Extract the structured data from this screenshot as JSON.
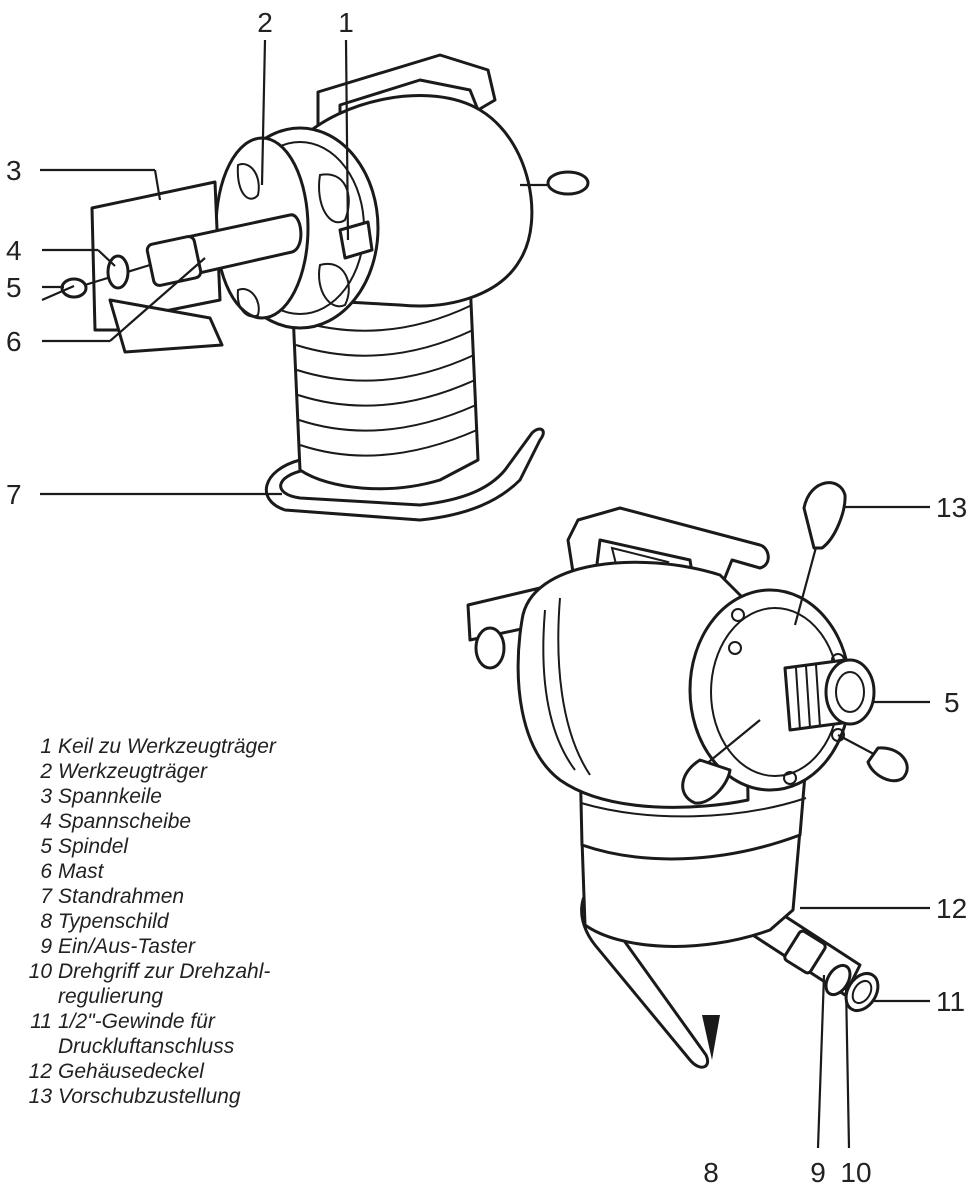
{
  "callouts": {
    "c1": "1",
    "c2": "2",
    "c3": "3",
    "c4": "4",
    "c5a": "5",
    "c6": "6",
    "c7": "7",
    "c13": "13",
    "c5b": "5",
    "c12": "12",
    "c11": "11",
    "c8": "8",
    "c9": "9",
    "c10": "10"
  },
  "legend": [
    {
      "num": "1",
      "text": "Keil zu Werkzeugträger"
    },
    {
      "num": "2",
      "text": "Werkzeugträger"
    },
    {
      "num": "3",
      "text": "Spannkeile"
    },
    {
      "num": "4",
      "text": "Spannscheibe"
    },
    {
      "num": "5",
      "text": "Spindel"
    },
    {
      "num": "6",
      "text": "Mast"
    },
    {
      "num": "7",
      "text": "Standrahmen"
    },
    {
      "num": "8",
      "text": "Typenschild"
    },
    {
      "num": "9",
      "text": "Ein/Aus-Taster"
    },
    {
      "num": "10",
      "text": "Drehgriff zur Drehzahl-\nregulierung"
    },
    {
      "num": "11",
      "text": "1/2\"-Gewinde für\nDruckluftanschluss"
    },
    {
      "num": "12",
      "text": "Gehäusedeckel"
    },
    {
      "num": "13",
      "text": "Vorschubzustellung"
    }
  ]
}
